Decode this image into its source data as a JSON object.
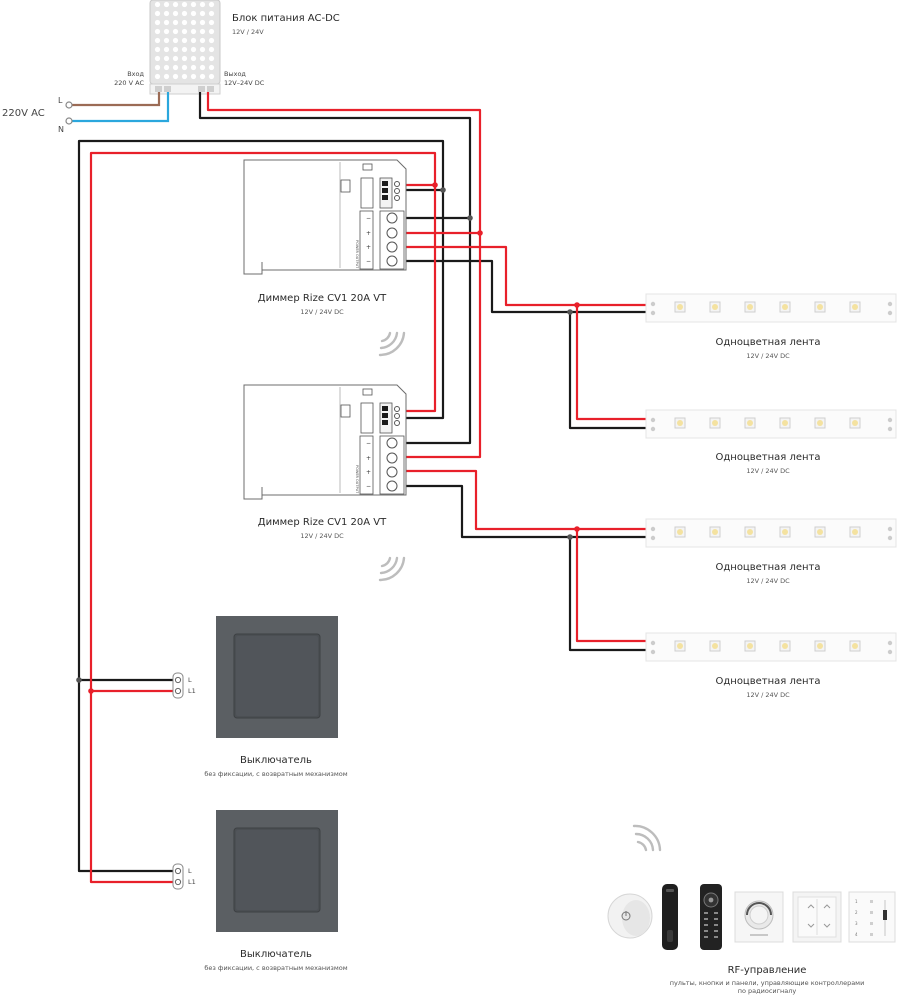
{
  "psu": {
    "title": "Блок питания AC-DC",
    "voltage": "12V / 24V",
    "in_label": "Вход",
    "in_value": "220 V AC",
    "out_label": "Выход",
    "out_value": "12V–24V DC"
  },
  "mains": {
    "label": "220V AC",
    "l": "L",
    "n": "N"
  },
  "dimmers": [
    {
      "title": "Диммер Rize CV1  20A VT",
      "voltage": "12V / 24V DC"
    },
    {
      "title": "Диммер Rize CV1  20A VT",
      "voltage": "12V / 24V DC"
    }
  ],
  "strips": [
    {
      "title": "Одноцветная лента",
      "voltage": "12V / 24V DC"
    },
    {
      "title": "Одноцветная лента",
      "voltage": "12V / 24V DC"
    },
    {
      "title": "Одноцветная лента",
      "voltage": "12V / 24V DC"
    },
    {
      "title": "Одноцветная лента",
      "voltage": "12V / 24V DC"
    }
  ],
  "switches": [
    {
      "title": "Выключатель",
      "desc": "без фиксации, с возвратным механизмом",
      "l": "L",
      "l1": "L1"
    },
    {
      "title": "Выключатель",
      "desc": "без фиксации, с возвратным механизмом",
      "l": "L",
      "l1": "L1"
    }
  ],
  "rf": {
    "title": "RF-управление",
    "desc1": "пульты, кнопки и панели, управляющие контроллерами",
    "desc2": "по радиосигналу"
  },
  "colors": {
    "red": "#e8202a",
    "black": "#1a1a1a",
    "brown": "#9b6b55",
    "blue": "#2aa7dd",
    "switch_plate": "#5b5f63"
  }
}
